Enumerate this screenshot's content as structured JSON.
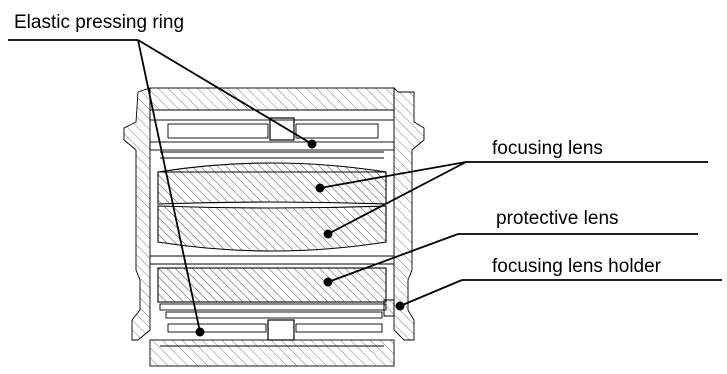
{
  "labels": {
    "elastic_pressing_ring": "Elastic pressing ring",
    "focusing_lens": "focusing lens",
    "protective_lens": "protective lens",
    "focusing_lens_holder": "focusing lens holder"
  },
  "colors": {
    "line": "#000000",
    "background": "#ffffff"
  }
}
